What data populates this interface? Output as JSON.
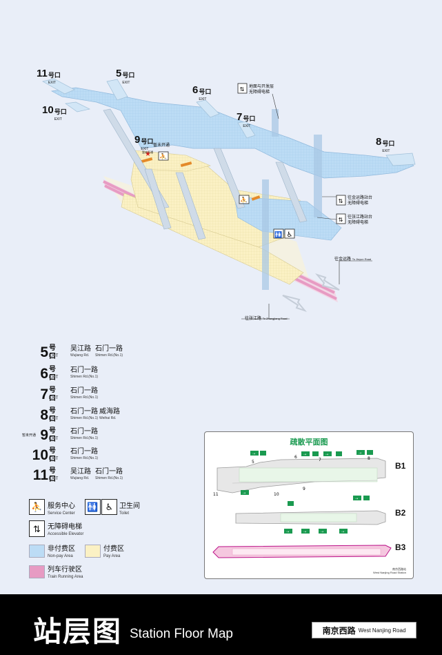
{
  "map": {
    "exits": [
      {
        "num": "11",
        "hao": "号口",
        "en": "EXIT"
      },
      {
        "num": "5",
        "hao": "号口",
        "en": "EXIT"
      },
      {
        "num": "6",
        "hao": "号口",
        "en": "EXIT"
      },
      {
        "num": "10",
        "hao": "号口",
        "en": "EXIT"
      },
      {
        "num": "7",
        "hao": "号口",
        "en": "EXIT"
      },
      {
        "num": "9",
        "hao": "号口",
        "en": "EXIT"
      },
      {
        "num": "8",
        "hao": "号口",
        "en": "EXIT"
      }
    ],
    "temp_closed": "暂未开通",
    "temp_closed_small": "暂未开通",
    "elev_ground_1": "地面与开发层",
    "elev_ground_2": "无障碍电梯",
    "elev_jinyun_1": "往金运路站台",
    "elev_jinyun_2": "无障碍电梯",
    "elev_zhangjiang_1": "往张江路站台",
    "elev_zhangjiang_2": "无障碍电梯",
    "dir_jinyun_cn": "往金运路",
    "dir_jinyun_en": "To Jinyun Road",
    "dir_zhangjiang_cn": "往张江路",
    "dir_zhangjiang_en": "To Zhangjiang Road"
  },
  "exit_list": [
    {
      "num": "5",
      "hao": "号口",
      "en": "EXIT",
      "roads": [
        {
          "cn": "吴江路",
          "en": "Wujiang Rd."
        },
        {
          "cn": "石门一路",
          "en": "Shimen Rd.(No.1)"
        }
      ]
    },
    {
      "num": "6",
      "hao": "号口",
      "en": "EXIT",
      "roads": [
        {
          "cn": "石门一路",
          "en": "Shimen Rd.(No.1)"
        }
      ]
    },
    {
      "num": "7",
      "hao": "号口",
      "en": "EXIT",
      "roads": [
        {
          "cn": "石门一路",
          "en": "Shimen Rd.(No.1)"
        }
      ]
    },
    {
      "num": "8",
      "hao": "号口",
      "en": "EXIT",
      "roads": [
        {
          "cn": "石门一路",
          "en": "Shimen Rd.(No.1)"
        },
        {
          "cn": "威海路",
          "en": "Weihai Rd."
        }
      ]
    },
    {
      "num": "9",
      "hao": "号口",
      "en": "EXIT",
      "temp": "暂未开通",
      "roads": [
        {
          "cn": "石门一路",
          "en": "Shimen Rd.(No.1)"
        }
      ]
    },
    {
      "num": "10",
      "hao": "号口",
      "en": "EXIT",
      "roads": [
        {
          "cn": "石门一路",
          "en": "Shimen Rd.(No.1)"
        }
      ]
    },
    {
      "num": "11",
      "hao": "号口",
      "en": "EXIT",
      "roads": [
        {
          "cn": "吴江路",
          "en": "Wujiang Rd."
        },
        {
          "cn": "石门一路",
          "en": "Shimen Rd.(No.1)"
        }
      ]
    }
  ],
  "legend": {
    "service_cn": "服务中心",
    "service_en": "Service Center",
    "toilet_cn": "卫生间",
    "toilet_en": "Toilet",
    "elevator_cn": "无障碍电梯",
    "elevator_en": "Accessible Elevator",
    "nonpay_cn": "非付费区",
    "nonpay_en": "Non-pay Area",
    "pay_cn": "付费区",
    "pay_en": "Pay Area",
    "running_cn": "列车行驶区",
    "running_en": "Train Running Area",
    "colors": {
      "nonpay": "#bcdcf5",
      "pay": "#fbf1c4",
      "running": "#e79bc3"
    }
  },
  "inset": {
    "title": "疏散平面图",
    "levels": [
      "B1",
      "B2",
      "B3"
    ],
    "exit_labels": [
      "5",
      "6",
      "7",
      "8",
      "9",
      "10",
      "11"
    ],
    "footer_cn": "南京西路站",
    "footer_en": "West Nanjing Road Station"
  },
  "footer": {
    "title_cn": "站层图",
    "title_en": "Station Floor Map",
    "station_cn": "南京西路",
    "station_en": "West Nanjing Road"
  }
}
